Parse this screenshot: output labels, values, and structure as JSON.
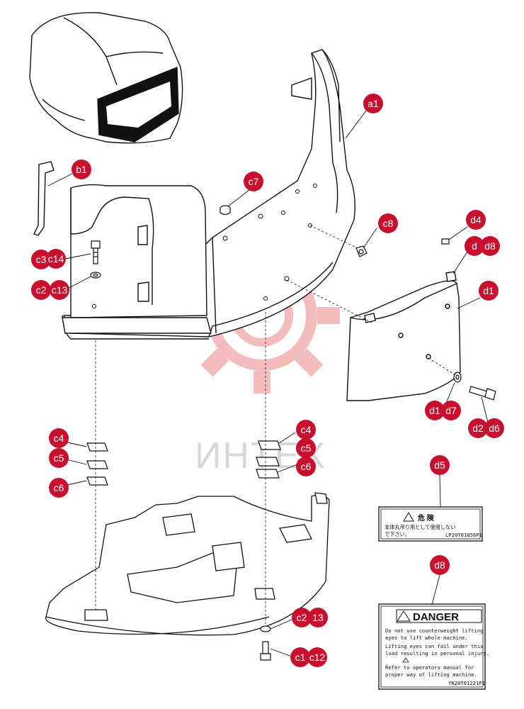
{
  "accent_color": "#c8102e",
  "watermark": {
    "text": "ИНТЕХ",
    "color": "#d8d8d8",
    "gear_color": "#f2b6b6"
  },
  "callouts": [
    {
      "id": "a1",
      "text": "a1"
    },
    {
      "id": "b1",
      "text": "b1"
    },
    {
      "id": "c7",
      "text": "c7"
    },
    {
      "id": "c8",
      "text": "c8"
    },
    {
      "id": "c3",
      "text": "c3"
    },
    {
      "id": "c14",
      "text": "c14"
    },
    {
      "id": "c2",
      "text": "c2"
    },
    {
      "id": "c13",
      "text": "c13"
    },
    {
      "id": "d4",
      "text": "d4"
    },
    {
      "id": "d3",
      "text": "d"
    },
    {
      "id": "d8a",
      "text": "d8"
    },
    {
      "id": "d1",
      "text": "d1"
    },
    {
      "id": "d1b",
      "text": "d1"
    },
    {
      "id": "d7",
      "text": "d7"
    },
    {
      "id": "d2",
      "text": "d2"
    },
    {
      "id": "d6",
      "text": "d6"
    },
    {
      "id": "c4l",
      "text": "c4"
    },
    {
      "id": "c5l",
      "text": "c5"
    },
    {
      "id": "c6l",
      "text": "c6"
    },
    {
      "id": "c4r",
      "text": "c4"
    },
    {
      "id": "c5r",
      "text": "c5"
    },
    {
      "id": "c6r",
      "text": "c6"
    },
    {
      "id": "d5",
      "text": "d5"
    },
    {
      "id": "d8b",
      "text": "d8"
    },
    {
      "id": "c2b",
      "text": "c2"
    },
    {
      "id": "c13b",
      "text": "13"
    },
    {
      "id": "c1",
      "text": "c1"
    },
    {
      "id": "c12",
      "text": "c12"
    }
  ],
  "label_d5": {
    "title": "危 険",
    "line1": "本体丸吊り用として使用しない",
    "line2": "で下さい。",
    "code": "LP20T01056P1"
  },
  "label_d8": {
    "title": "DANGER",
    "lines": [
      "Do not use counterweight lifting",
      "eyes to lift whole machine.",
      "Lifting eyes can fail under this",
      "load resulting in personal injury.",
      "Refer to operators manual for",
      "proper way of lifting machine."
    ],
    "code": "YN20T01221P1"
  }
}
